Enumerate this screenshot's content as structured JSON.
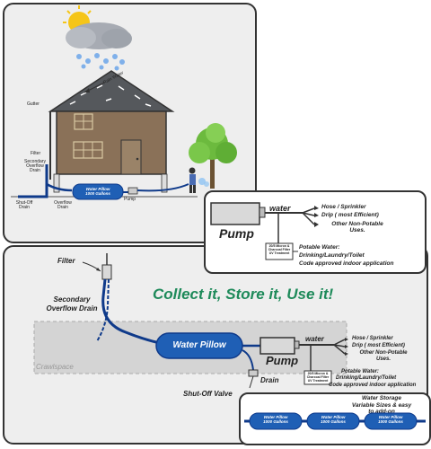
{
  "house": {
    "rain_water": "Rain Water",
    "gutter": "Gutter",
    "filter": "Filter",
    "secondary_overflow_drain": "Secondary Overflow Drain",
    "water_pillow": "Water Pillow",
    "water_pillow_capacity": "1000 Gallons",
    "pump": "Pump",
    "overflow_drain": "Overflow Drain",
    "shutoff_drain": "Shut-Off Drain"
  },
  "pump_callout": {
    "pump": "Pump",
    "water": "water",
    "outlet_1": "Hose / Sprinkler",
    "outlet_2": "Drip ( most Efficient)",
    "outlet_3": "Other Non-Potable Uses.",
    "filter_box": "20/5 Micron & Charcoal Filter UV Treatment",
    "potable_1": "Potable Water:",
    "potable_2": "Drinking/Laundry/Toilet",
    "potable_3": "Code approved indoor application"
  },
  "detail": {
    "filter": "Filter",
    "secondary_overflow_drain": "Secondary Overflow Drain",
    "slogan": "Collect it, Store it, Use it!",
    "crawlspace": "Crawlspace",
    "water_pillow": "Water Pillow",
    "pump": "Pump",
    "drain": "Drain",
    "shutoff_valve": "Shut-Off Valve",
    "water": "water",
    "outlet_1": "Hose / Sprinkler",
    "outlet_2": "Drip ( most Efficient)",
    "outlet_3": "Other Non-Potable Uses.",
    "filter_box": "20/5 Micron & Charcoal Filter UV Treatment",
    "potable_1": "Potable Water:",
    "potable_2": "Drinking/Laundry/Toilet",
    "potable_3": "Code approved indoor application"
  },
  "storage": {
    "title": "Water Storage Variable Sizes & easy to add-on",
    "pillows": [
      {
        "name": "Water Pillow",
        "capacity": "1000 Gallons"
      },
      {
        "name": "Water Pillow",
        "capacity": "1000 Gallons"
      },
      {
        "name": "Water Pillow",
        "capacity": "1000 Gallons"
      }
    ]
  },
  "colors": {
    "pipe": "#0f3a8a",
    "pillow": "#1f5fb5",
    "slogan": "#1e8a5a",
    "house_wall": "#8a7158",
    "roof": "#55585c"
  }
}
